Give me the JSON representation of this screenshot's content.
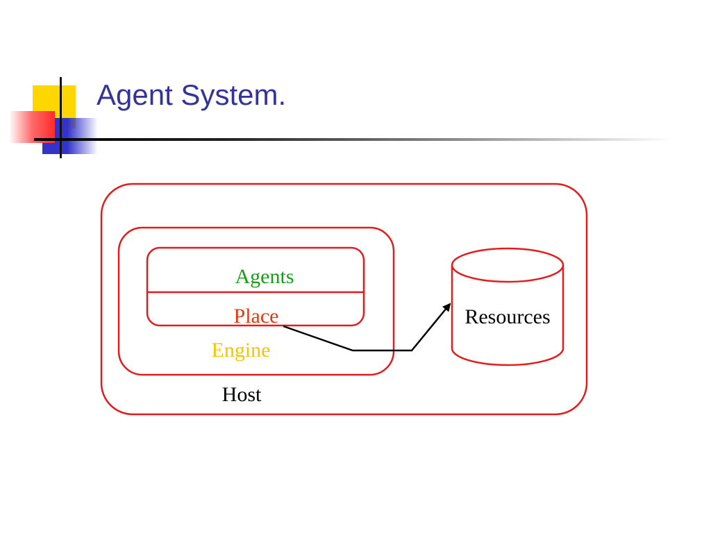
{
  "slide": {
    "title": "Agent System."
  },
  "diagram": {
    "host_label": "Host",
    "engine_label": "Engine",
    "agents_label": "Agents",
    "place_label": "Place",
    "resources_label": "Resources"
  },
  "colors": {
    "title": "#333399",
    "box_stroke": "#e31b1b",
    "agents": "#1a9a1a",
    "place": "#e8350c",
    "engine": "#f5c400",
    "text": "#000000",
    "arrow": "#000000"
  }
}
